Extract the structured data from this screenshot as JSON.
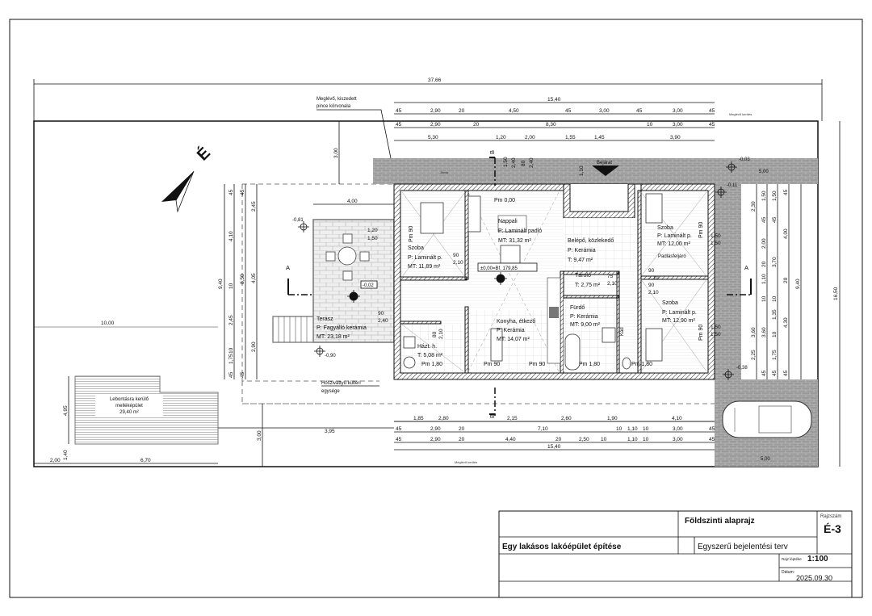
{
  "overall": {
    "lot_width": "37,66",
    "lot_depth": "16,50",
    "building_width": "15,40",
    "depth_left": "9,40",
    "depth_right": "9,40"
  },
  "north": {
    "label": "É"
  },
  "annotations": {
    "cellar_outline": [
      "Meglévő, kiszedett",
      "pince körvonala"
    ],
    "heat_pump": [
      "Hőszivattyú kültéri",
      "egysége"
    ],
    "fence_top": "Meglévő kerítés",
    "fence_bottom": "Meglévő kerítés",
    "entrance": "Bejárat",
    "sidewalk": "Járda",
    "attic_access": "Padlásfeljáró",
    "zero_level": "±0,00=Bf. 179,85",
    "terrace_level": "-0,02",
    "section_a": "A",
    "section_b": "B"
  },
  "levels": [
    "-0,81",
    "-0,90",
    "-0,03",
    "-0,11",
    "-0,38"
  ],
  "rooms": {
    "nappali": {
      "name": "Nappali",
      "floor": "P: Laminált padló",
      "area": "MT:      31,32 m²",
      "pm": "Pm 0,00"
    },
    "szoba1": {
      "name": "Szoba",
      "floor": "P: Laminált p.",
      "area": "MT:  11,89 m²",
      "pm": "Pm 90"
    },
    "belepo": {
      "name": "Belépő, közlekedő",
      "floor": "P:          Kerámia",
      "area": "T:             9,47 m²"
    },
    "szoba2": {
      "name": "Szoba",
      "floor": "P: Laminált p.",
      "area": "MT:  12,00 m²",
      "pm": "Pm 90"
    },
    "tarolo": {
      "name": "Tároló",
      "area": "T: 2,75 m²"
    },
    "furdo": {
      "name": "Fürdő",
      "floor": "P:  Kerámia",
      "area": "MT: 9,00 m²",
      "pm": "Pm 1,80"
    },
    "szoba3": {
      "name": "Szoba",
      "floor": "P: Laminált p.",
      "area": "MT:  12,90 m²",
      "pm": "Pm 90"
    },
    "konyha": {
      "name": "Konyha, étkező",
      "floor": "P:       Kerámia",
      "area": "MT:    14,07 m²",
      "pm1": "Pm 90",
      "pm2": "Pm 90"
    },
    "haztartasi": {
      "name": "Házt. h.",
      "area": "T: 5,08 m²",
      "pm": "Pm 1,80"
    },
    "wc": {
      "pm": "Pm 1,80",
      "name": "Kád"
    },
    "terasz": {
      "name": "Terasz",
      "floor": "P: Fagyálló kerámia",
      "area": "MT:          23,18 m²"
    }
  },
  "outbuilding": {
    "label": [
      "Lebontásra kerülő",
      "melléképület",
      "29,40 m²"
    ],
    "dims": {
      "depth": "4,95",
      "width": "6,70",
      "left": "2,00",
      "gap": "1,40",
      "lot_w": "10,00"
    }
  },
  "setbacks": {
    "front": "3,00",
    "rear": "3,00",
    "terrace_w": "4,00",
    "parking_top": "5,00",
    "parking_bottom": "5,00",
    "side_rear": "3,95"
  },
  "dim_chains": {
    "top1": [
      "45",
      "2,90",
      "20",
      "4,50",
      "45",
      "3,00",
      "45",
      "3,00",
      "45"
    ],
    "top2": [
      "45",
      "2,90",
      "20",
      "8,30",
      "10",
      "3,00",
      "45"
    ],
    "top3": [
      "5,30",
      "1,20",
      "2,00",
      "1,55",
      "1,45",
      "3,90"
    ],
    "bot1": [
      "1,85",
      "2,80",
      "2,15",
      "2,60",
      "1,90",
      "4,10"
    ],
    "bot2": [
      "45",
      "2,90",
      "20",
      "7,10",
      "10",
      "1,10",
      "10",
      "3,00",
      "45"
    ],
    "bot3": [
      "45",
      "2,90",
      "20",
      "4,40",
      "20",
      "2,50",
      "10",
      "1,10",
      "10",
      "3,00",
      "45"
    ],
    "left1": [
      "45",
      "4,10",
      "10",
      "2,45",
      "10",
      "1,75",
      "45"
    ],
    "left2": [
      "45",
      "8,50",
      "45"
    ],
    "left3": [
      "2,45",
      "4,05",
      "2,90"
    ],
    "right1": [
      "2,30",
      "3,60",
      "2,25"
    ],
    "right2": [
      "1,50",
      "45",
      "2,00",
      "20",
      "1,10",
      "10",
      "3,60",
      "45"
    ],
    "right3": [
      "1,50",
      "45",
      "3,70",
      "10",
      "1,35",
      "10",
      "1,75",
      "45"
    ],
    "right4": [
      "45",
      "4,00",
      "20",
      "4,30",
      "45"
    ],
    "openings": [
      "1,20",
      "1,50",
      "90",
      "2,10",
      "90",
      "2,40",
      "80",
      "2,10",
      "75",
      "2,10",
      "90",
      "2,10",
      "90",
      "2,10",
      "1,50",
      "1,50",
      "1,50",
      "1,50",
      "1,50",
      "2,40",
      "80",
      "2,40",
      "1,10"
    ]
  },
  "title_block": {
    "drawing_title": "Földszinti alaprajz",
    "number_label": "Rajzszám",
    "number": "É-3",
    "project": "Egy lakásos lakóépület építése",
    "plan_type": "Egyszerű bejelentési terv",
    "scale_label": "Rajz léptéke",
    "scale": "1:100",
    "date_label": "Dátum:",
    "date": "2025.09.30"
  }
}
